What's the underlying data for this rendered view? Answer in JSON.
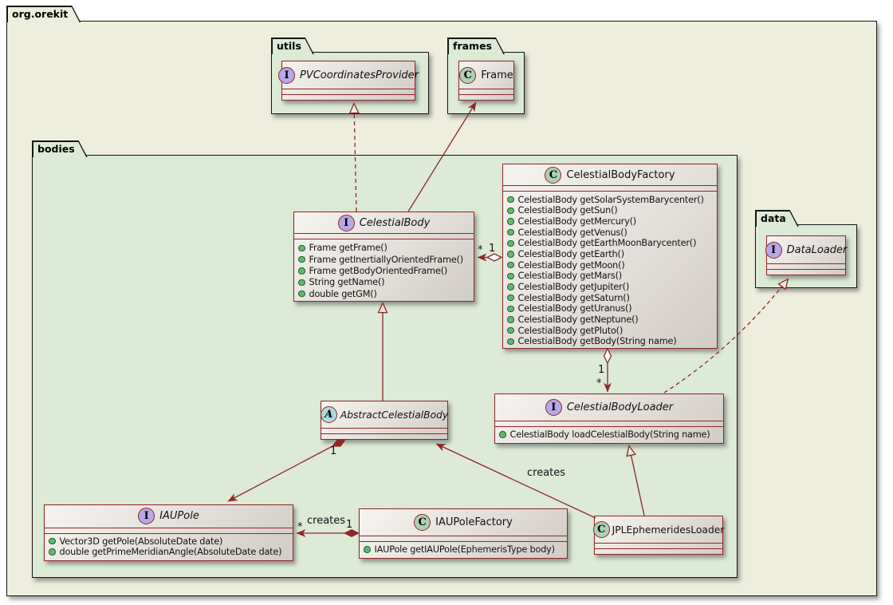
{
  "diagram_type": "uml-class-diagram",
  "packages": {
    "root": {
      "label": "org.orekit"
    },
    "utils": {
      "label": "utils"
    },
    "frames": {
      "label": "frames"
    },
    "bodies": {
      "label": "bodies"
    },
    "data": {
      "label": "data"
    }
  },
  "classes": {
    "pv_provider": {
      "icon": "I",
      "name": "PVCoordinatesProvider"
    },
    "frame": {
      "icon": "C",
      "name": "Frame"
    },
    "celestial_body_factory": {
      "icon": "C",
      "name": "CelestialBodyFactory",
      "methods": [
        "CelestialBody getSolarSystemBarycenter()",
        "CelestialBody getSun()",
        "CelestialBody getMercury()",
        "CelestialBody getVenus()",
        "CelestialBody getEarthMoonBarycenter()",
        "CelestialBody getEarth()",
        "CelestialBody getMoon()",
        "CelestialBody getMars()",
        "CelestialBody getJupiter()",
        "CelestialBody getSaturn()",
        "CelestialBody getUranus()",
        "CelestialBody getNeptune()",
        "CelestialBody getPluto()",
        "CelestialBody getBody(String name)"
      ]
    },
    "celestial_body": {
      "icon": "I",
      "name": "CelestialBody",
      "methods": [
        "Frame getFrame()",
        "Frame getInertiallyOrientedFrame()",
        "Frame getBodyOrientedFrame()",
        "String getName()",
        "double getGM()"
      ]
    },
    "data_loader": {
      "icon": "I",
      "name": "DataLoader"
    },
    "abstract_celestial_body": {
      "icon": "A",
      "name": "AbstractCelestialBody"
    },
    "celestial_body_loader": {
      "icon": "I",
      "name": "CelestialBodyLoader",
      "methods": [
        "CelestialBody loadCelestialBody(String name)"
      ]
    },
    "iau_pole": {
      "icon": "I",
      "name": "IAUPole",
      "methods": [
        "Vector3D getPole(AbsoluteDate date)",
        "double getPrimeMeridianAngle(AbsoluteDate date)"
      ]
    },
    "iau_pole_factory": {
      "icon": "C",
      "name": "IAUPoleFactory",
      "methods": [
        "IAUPole getIAUPole(EphemerisType body)"
      ]
    },
    "jpl_ephemerides_loader": {
      "icon": "C",
      "name": "JPLEphemeridesLoader"
    }
  },
  "relations": {
    "factory_body": {
      "mult_target": "*",
      "mult_source": "1"
    },
    "factory_loader": {
      "mult_source": "1",
      "mult_target": "*"
    },
    "abstract_pole": {
      "mult_source": "1"
    },
    "jpl_abstract": {
      "label": "creates"
    },
    "polefactory_pole": {
      "mult_target": "*",
      "label": "creates",
      "mult_source": "1"
    }
  },
  "colors": {
    "line": "#902626",
    "package_root_fill": "#eeeedd",
    "package_fill": "#dcead6",
    "box_fill_top": "#f6f3f0",
    "box_fill_bottom": "#d2ccc6",
    "interface_icon_fill": "#b7a8e8",
    "class_icon_fill": "#add1b2",
    "abstract_icon_fill": "#a9dcdf",
    "public_method_dot": "#6cb56c"
  }
}
